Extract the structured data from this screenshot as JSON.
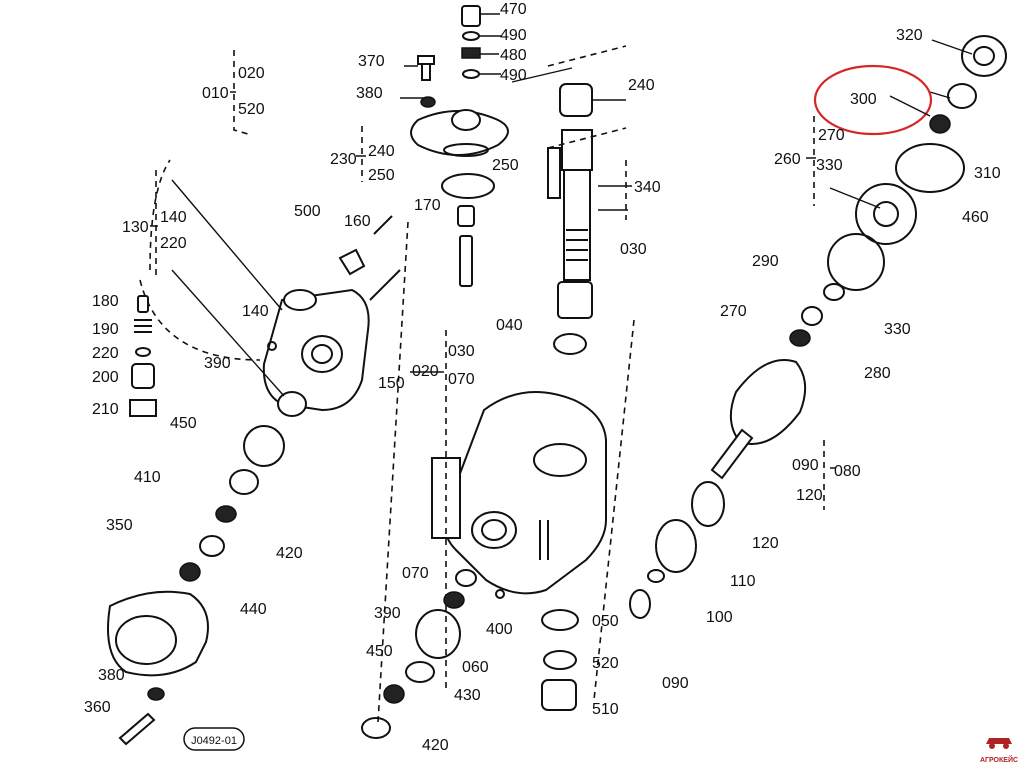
{
  "highlight": {
    "label": "300",
    "color": "#d62728"
  },
  "labels": {
    "l470": "470",
    "l490a": "490",
    "l480": "480",
    "l490b": "490",
    "l370": "370",
    "l380a": "380",
    "l240a": "240",
    "l230": "230",
    "l240b": "240",
    "l250a": "250",
    "l250b": "250",
    "l340": "340",
    "l030a": "030",
    "l040": "040",
    "l030b": "030",
    "l020b": "020",
    "l070a": "070",
    "l010": "010",
    "l020a": "020",
    "l520a": "520",
    "l130": "130",
    "l140a": "140",
    "l220a": "220",
    "l500": "500",
    "l160": "160",
    "l170": "170",
    "l140b": "140",
    "l150": "150",
    "l180": "180",
    "l190": "190",
    "l220b": "220",
    "l200": "200",
    "l210": "210",
    "l390a": "390",
    "l450a": "450",
    "l410": "410",
    "l420a": "420",
    "l350": "350",
    "l440": "440",
    "l380b": "380",
    "l360": "360",
    "l070b": "070",
    "l400": "400",
    "l390b": "390",
    "l060": "060",
    "l450b": "450",
    "l430": "430",
    "l420b": "420",
    "l050": "050",
    "l520b": "520",
    "l510": "510",
    "l320": "320",
    "l270a": "270",
    "l260": "260",
    "l330a": "330",
    "l310": "310",
    "l460": "460",
    "l290": "290",
    "l330b": "330",
    "l270b": "270",
    "l280": "280",
    "l090a": "090",
    "l080": "080",
    "l120a": "120",
    "l120b": "120",
    "l110": "110",
    "l100": "100",
    "l090b": "090"
  },
  "stamp": "J0492-01",
  "watermark": "АГРОКЕЙС"
}
